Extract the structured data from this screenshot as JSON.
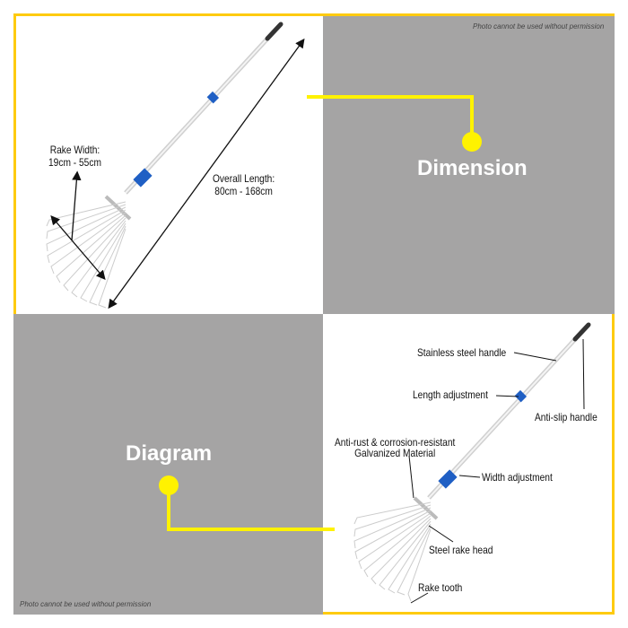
{
  "panels": {
    "dimension": {
      "title": "Dimension",
      "rake_width_label": "Rake Width:",
      "rake_width_value": "19cm - 55cm",
      "overall_length_label": "Overall Length:",
      "overall_length_value": "80cm - 168cm"
    },
    "diagram": {
      "title": "Diagram",
      "labels": {
        "stainless_handle": "Stainless steel handle",
        "length_adjustment": "Length adjustment",
        "anti_slip": "Anti-slip handle",
        "material_line1": "Anti-rust & corrosion-resistant",
        "material_line2": "Galvanized Material",
        "width_adjustment": "Width adjustment",
        "rake_head": "Steel rake head",
        "rake_tooth": "Rake tooth"
      }
    }
  },
  "watermark": "Photo cannot be used without permission",
  "colors": {
    "border": "#fecb10",
    "connector": "#fff200",
    "gray": "#a5a4a4",
    "accent_blue": "#1f5fc4"
  }
}
